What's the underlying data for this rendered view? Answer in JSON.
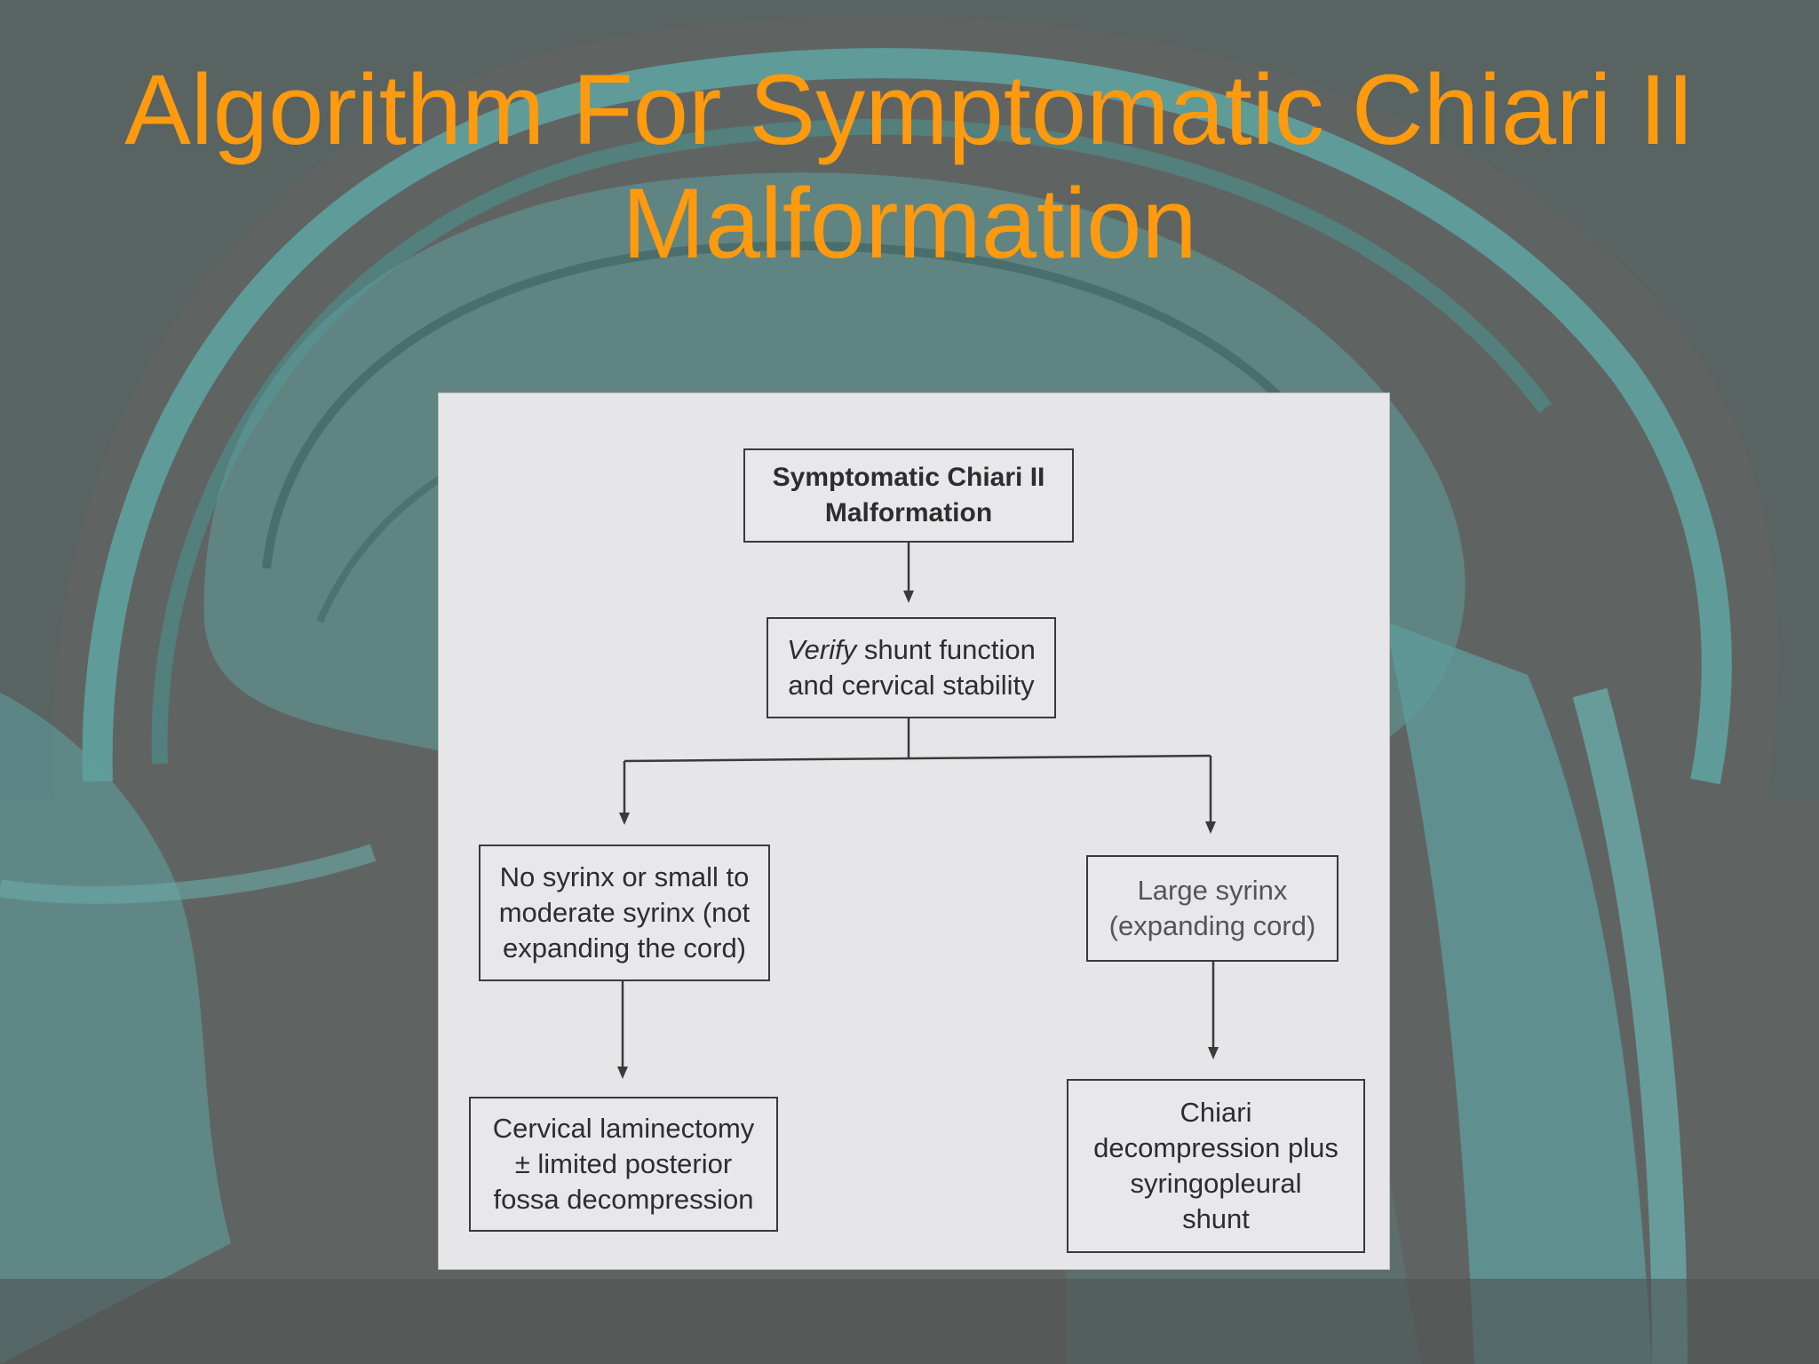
{
  "title": {
    "line1": "Algorithm For Symptomatic Chiari II",
    "line2": "Malformation"
  },
  "colors": {
    "title": "#ff9a0e",
    "background": "#5f6463",
    "mri_teal": "#5f9e9c",
    "figure_bg": "#e6e6e8",
    "box_border": "#3a3a3a"
  },
  "flowchart": {
    "root": "Symptomatic Chiari II\nMalformation",
    "verify": {
      "italic": "Verify",
      "rest": " shunt function\nand cervical stability"
    },
    "left_condition": "No syrinx or small to\nmoderate syrinx (not\nexpanding the cord)",
    "right_condition": "Large syrinx\n(expanding cord)",
    "left_treatment": "Cervical laminectomy\n± limited posterior\nfossa decompression",
    "right_treatment": "Chiari\ndecompression plus\nsyringopleural\nshunt"
  }
}
